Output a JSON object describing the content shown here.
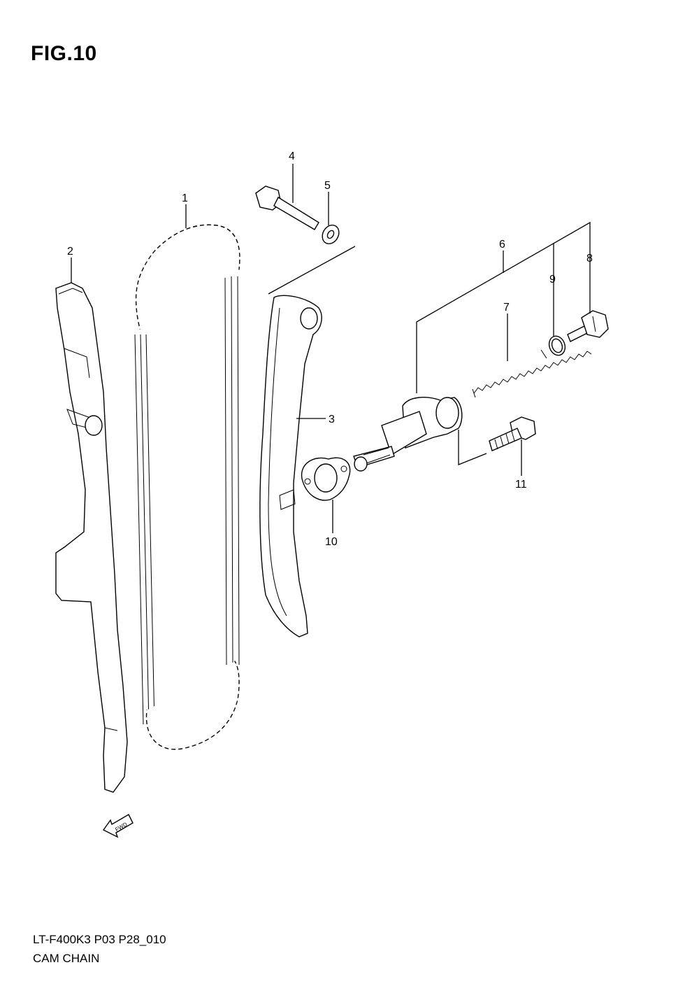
{
  "figure": {
    "title": "FIG.10",
    "code": "LT-F400K3 P03 P28_010",
    "name": "CAM CHAIN",
    "fwd_label": "FWD"
  },
  "callouts": [
    {
      "id": "c1",
      "label": "1"
    },
    {
      "id": "c2",
      "label": "2"
    },
    {
      "id": "c3",
      "label": "3"
    },
    {
      "id": "c4",
      "label": "4"
    },
    {
      "id": "c5",
      "label": "5"
    },
    {
      "id": "c6",
      "label": "6"
    },
    {
      "id": "c7",
      "label": "7"
    },
    {
      "id": "c8",
      "label": "8"
    },
    {
      "id": "c9",
      "label": "9"
    },
    {
      "id": "c10",
      "label": "10"
    },
    {
      "id": "c11",
      "label": "11"
    }
  ]
}
